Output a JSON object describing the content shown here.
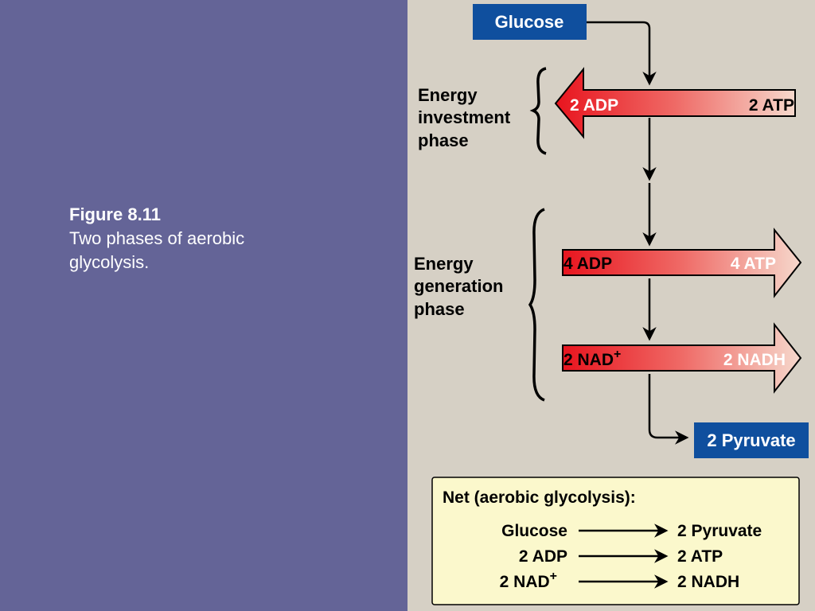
{
  "caption": {
    "title": "Figure 8.11",
    "description": "Two phases of aerobic glycolysis."
  },
  "diagram": {
    "start_label": "Glucose",
    "end_label": "2 Pyruvate",
    "investment_phase": {
      "label_line1": "Energy",
      "label_line2": "investment",
      "label_line3": "phase",
      "arrow_left": "2 ADP",
      "arrow_right": "2 ATP"
    },
    "generation_phase": {
      "label_line1": "Energy",
      "label_line2": "generation",
      "label_line3": "phase",
      "arrow1_left": "4 ADP",
      "arrow1_right": "4 ATP",
      "arrow2_left": "2 NAD",
      "arrow2_left_sup": "+",
      "arrow2_right": "2 NADH"
    },
    "net": {
      "title": "Net (aerobic glycolysis):",
      "rows": [
        {
          "left": "Glucose",
          "left_sup": "",
          "right": "2 Pyruvate"
        },
        {
          "left": "2 ADP",
          "left_sup": "",
          "right": "2 ATP"
        },
        {
          "left": "2 NAD",
          "left_sup": "+",
          "right": "2 NADH"
        }
      ]
    },
    "colors": {
      "left_panel": "#646497",
      "right_panel": "#d6d0c5",
      "blue_box": "#0f4f9e",
      "arrow_red": "#e8141e",
      "arrow_pale": "#f6d8cc",
      "net_box": "#fbf8cc"
    }
  }
}
